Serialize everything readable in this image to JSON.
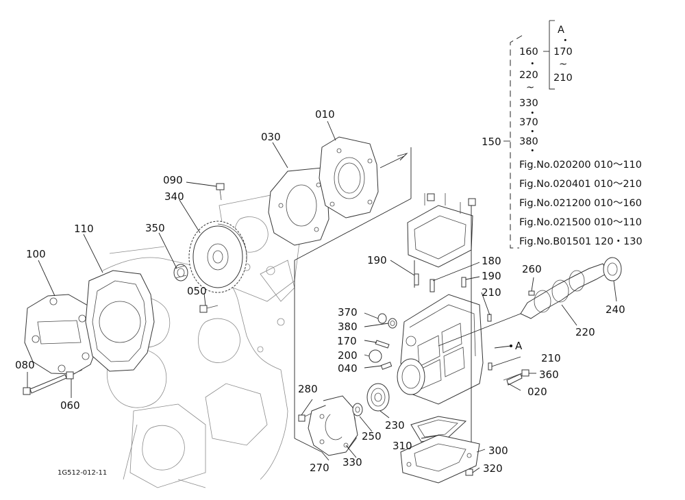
{
  "drawing_code": "1G512-012-11",
  "parts": {
    "p010": "010",
    "p020": "020",
    "p030": "030",
    "p040": "040",
    "p050": "050",
    "p060": "060",
    "p080": "080",
    "p090": "090",
    "p100": "100",
    "p110": "110",
    "p150": "150",
    "p170": "170",
    "p180": "180",
    "p190a": "190",
    "p190b": "190",
    "p200": "200",
    "p210a": "210",
    "p210b": "210",
    "p220": "220",
    "p230": "230",
    "p240": "240",
    "p250": "250",
    "p260": "260",
    "p270": "270",
    "p280": "280",
    "p300": "300",
    "p310": "310",
    "p320": "320",
    "p330": "330",
    "p340": "340",
    "p350": "350",
    "p360": "360",
    "p370": "370",
    "p380": "380"
  },
  "marker_a": "A",
  "group": {
    "items": [
      "160",
      "220",
      "330",
      "370",
      "380"
    ],
    "sub_header": "A",
    "sub_items": [
      "170",
      "210"
    ],
    "fig_refs": [
      "Fig.No.020200  010～110",
      "Fig.No.020401  010～210",
      "Fig.No.021200  010～160",
      "Fig.No.021500  010～110",
      "Fig.No.B01501  120・130"
    ]
  }
}
